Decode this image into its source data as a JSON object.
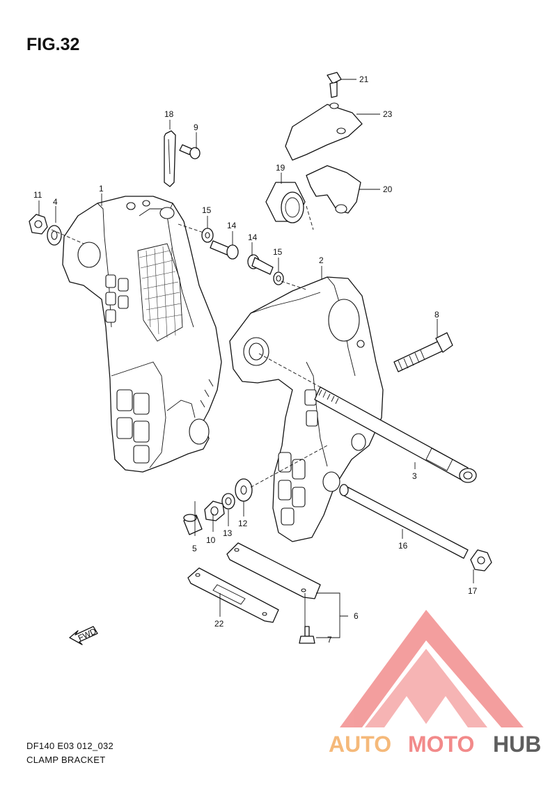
{
  "figure": {
    "title": "FIG.32",
    "code": "DF140 E03 012_032",
    "name": "CLAMP BRACKET"
  },
  "callouts": [
    {
      "id": "c1",
      "text": "1"
    },
    {
      "id": "c2",
      "text": "2"
    },
    {
      "id": "c3",
      "text": "3"
    },
    {
      "id": "c4",
      "text": "4"
    },
    {
      "id": "c5",
      "text": "5"
    },
    {
      "id": "c6",
      "text": "6"
    },
    {
      "id": "c7",
      "text": "7"
    },
    {
      "id": "c8",
      "text": "8"
    },
    {
      "id": "c9",
      "text": "9"
    },
    {
      "id": "c10",
      "text": "10"
    },
    {
      "id": "c11",
      "text": "11"
    },
    {
      "id": "c12",
      "text": "12"
    },
    {
      "id": "c13",
      "text": "13"
    },
    {
      "id": "c14a",
      "text": "14"
    },
    {
      "id": "c14b",
      "text": "14"
    },
    {
      "id": "c15a",
      "text": "15"
    },
    {
      "id": "c15b",
      "text": "15"
    },
    {
      "id": "c16",
      "text": "16"
    },
    {
      "id": "c17",
      "text": "17"
    },
    {
      "id": "c18",
      "text": "18"
    },
    {
      "id": "c19",
      "text": "19"
    },
    {
      "id": "c20",
      "text": "20"
    },
    {
      "id": "c21",
      "text": "21"
    },
    {
      "id": "c22",
      "text": "22"
    },
    {
      "id": "c23",
      "text": "23"
    }
  ],
  "fwd_arrow": {
    "text": "FWD"
  },
  "watermark": {
    "part1": "AUTO",
    "part2": "MOTO",
    "part3": "HUB",
    "colors": {
      "auto": "#F5B97A",
      "moto": "#F28A8A",
      "hub": "#5E5E5E",
      "triangle": "#F28E8E"
    }
  }
}
